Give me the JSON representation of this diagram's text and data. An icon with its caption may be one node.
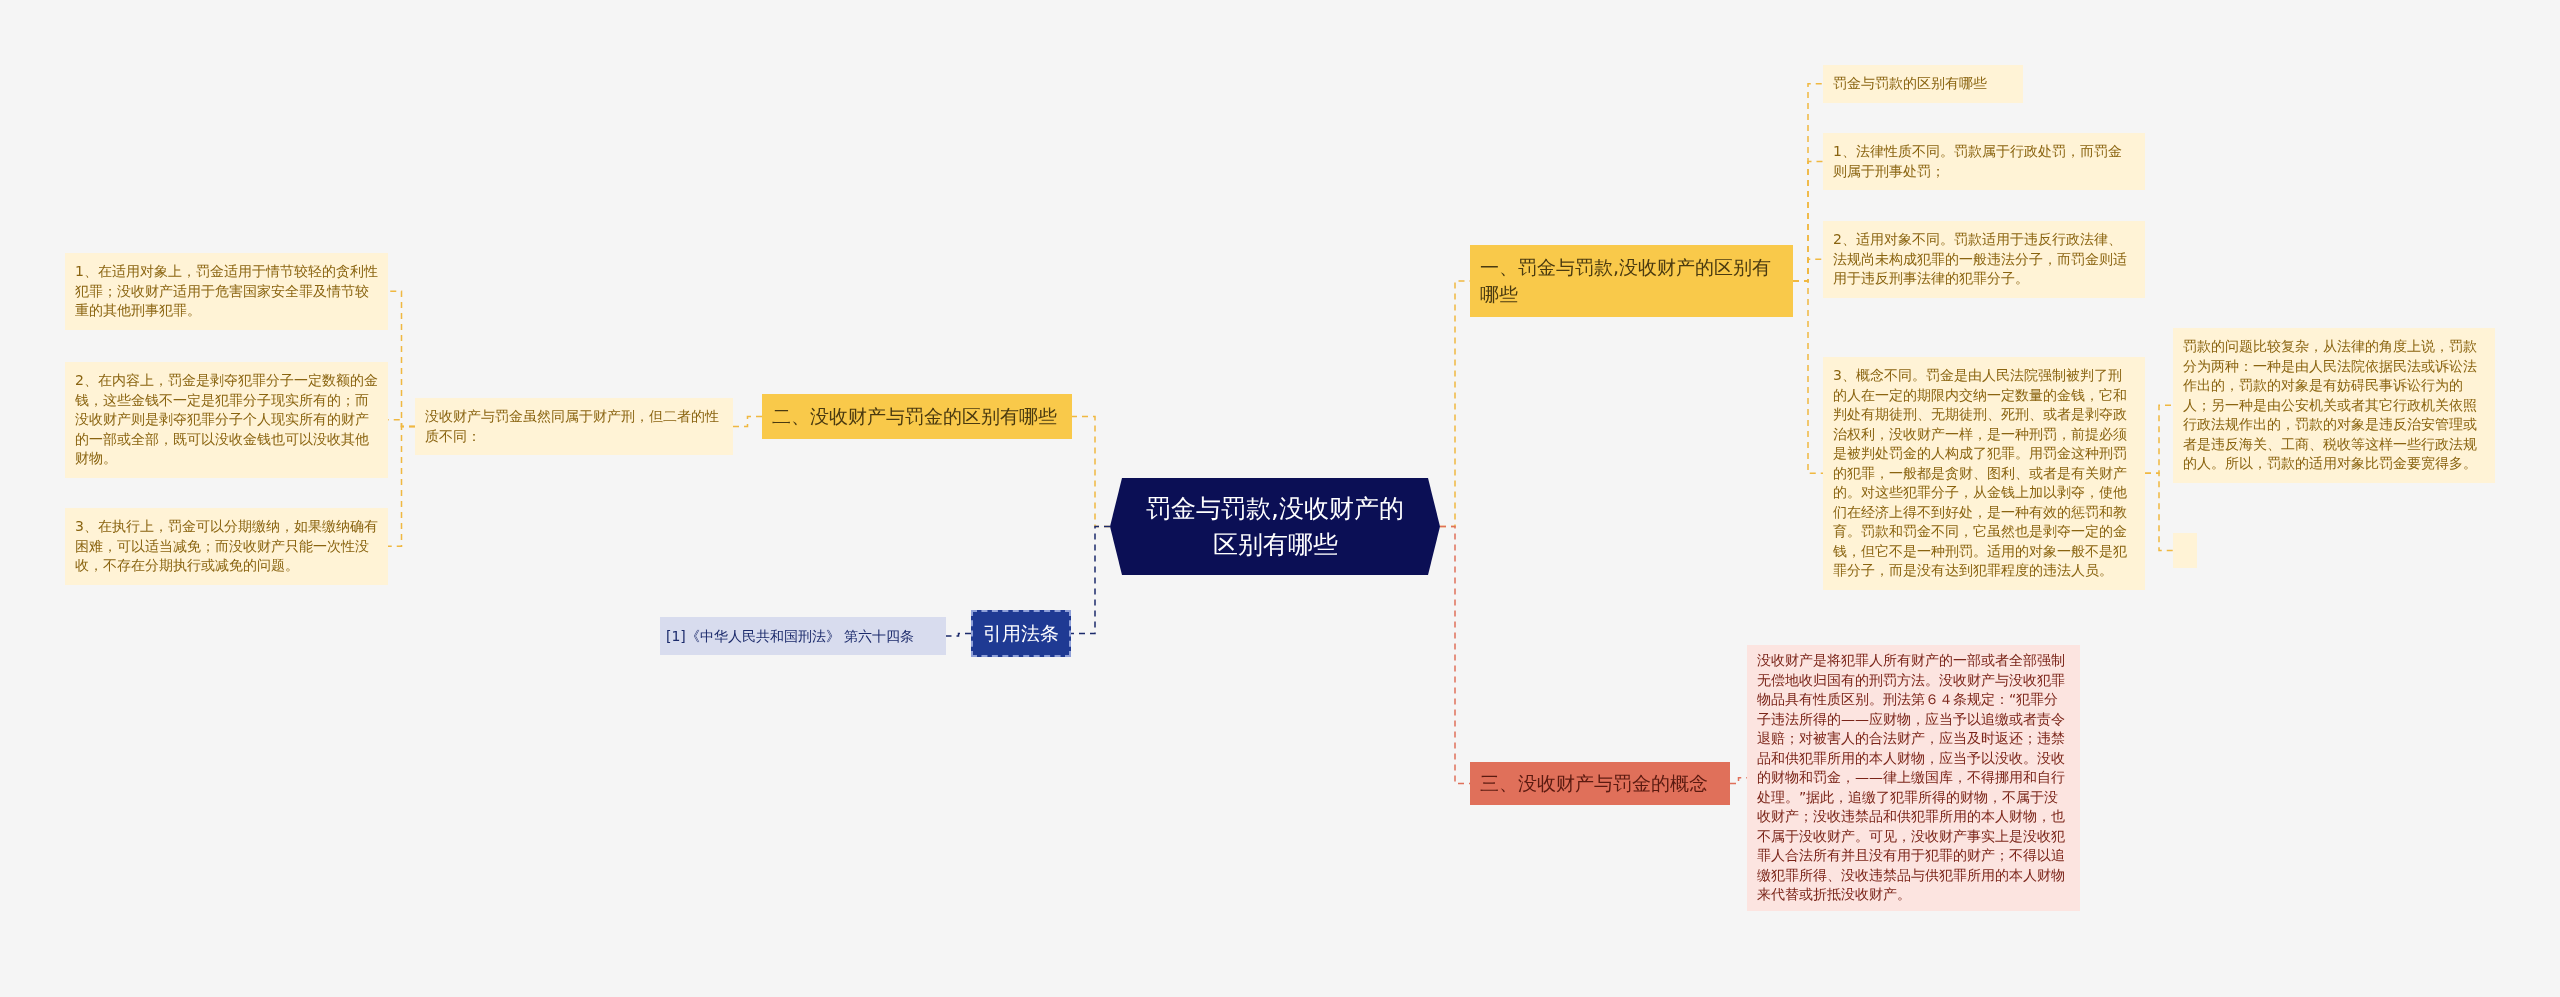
{
  "diagram": {
    "nodes": [
      {
        "text": [
          "罚金与罚款,没收财产的区别有哪些"
        ]
      },
      {
        "text": [
          "一、罚金与罚款,没收财产的区别有哪些"
        ]
      },
      {
        "text": [
          "罚金与罚款的区别有哪些"
        ]
      },
      {
        "text": [
          "1、法律性质不同。罚款属于行政处罚，而罚金则属于刑事处罚；"
        ]
      },
      {
        "text": [
          "2、适用对象不同。罚款适用于违反行政法律、法规尚未构成犯罪的一般违法分子，而罚金则适用于违反刑事法律的犯罪分子。"
        ]
      },
      {
        "text": [
          "3、概念不同。罚金是由人民法院强制被判了刑的人在一定的期限内交纳一定数量的金钱，它和判处有期徒刑、无期徒刑、死刑、或者是剥夺政治权利，没收财产一样，是一种刑罚，前提必须是被判处罚金的人构成了犯罪。用罚金这种刑罚的犯罪，一般都是贪财、图利、或者是有关财产的。对这些犯罪分子，从金钱上加以剥夺，使他们在经济上得不到好处，是一种有效的惩罚和教育。罚款和罚金不同，它虽然也是剥夺一定的金钱，但它不是一种刑罚。适用的对象一般不是犯罪分子，而是没有达到犯罪程度的违法人员。"
        ]
      },
      {
        "text": [
          "罚款的问题比较复杂，从法律的角度上说，罚款分为两种：一种是由人民法院依据民法或诉讼法作出的，罚款的对象是有妨碍民事诉讼行为的人；另一种是由公安机关或者其它行政机关依照行政法规作出的，罚款的对象是违反治安管理或者是违反海关、工商、税收等这样一些行政法规的人。所以，罚款的适用对象比罚金要宽得多。"
        ]
      },
      {
        "text": [],
        "shape": "box"
      },
      {
        "text": [
          "二、没收财产与罚金的区别有哪些"
        ]
      },
      {
        "text": [
          "没收财产与罚金虽然同属于财产刑，但二者的性质不同："
        ]
      },
      {
        "text": [
          "1、在适用对象上，罚金适用于情节较轻的贪利性犯罪；没收财产适用于危害国家安全罪及情节较重的其他刑事犯罪。"
        ]
      },
      {
        "text": [
          "2、在内容上，罚金是剥夺犯罪分子一定数额的金钱，这些金钱不一定是犯罪分子现实所有的；而没收财产则是剥夺犯罪分子个人现实所有的财产的一部或全部，既可以没收金钱也可以没收其他财物。"
        ]
      },
      {
        "text": [
          "3、在执行上，罚金可以分期缴纳，如果缴纳确有困难，可以适当减免；而没收财产只能一次性没收，不存在分期执行或减免的问题。"
        ]
      },
      {
        "text": [
          "引用法条"
        ]
      },
      {
        "text": [
          "[1]《中华人民共和国刑法》 第六十四条"
        ]
      },
      {
        "text": [
          "三、没收财产与罚金的概念"
        ]
      },
      {
        "text": [
          "没收财产是将犯罪人所有财产的一部或者全部强制无偿地收归国有的刑罚方法。没收财产与没收犯罪物品具有性质区别。刑法第６４条规定：“犯罪分子违法所得的——应财物，应当予以追缴或者责令退赔；对被害人的合法财产，应当及时返还；违禁品和供犯罪所用的本人财物，应当予以没收。没收的财物和罚金，——律上缴国库，不得挪用和自行处理。”据此，追缴了犯罪所得的财物，不属于没收财产；没收违禁品和供犯罪所用的本人财物，也不属于没收财产。可见，没收财产事实上是没收犯罪人合法所有并且没有用于犯罪的财产；不得以追缴犯罪所得、没收违禁品与供犯罪所用的本人财物来代替或折抵没收财产。"
        ]
      }
    ],
    "edges": [
      {
        "from": 0,
        "to": 1,
        "arrow": "none"
      },
      {
        "from": 1,
        "to": 2,
        "arrow": "none"
      },
      {
        "from": 1,
        "to": 3,
        "arrow": "none"
      },
      {
        "from": 1,
        "to": 4,
        "arrow": "none"
      },
      {
        "from": 1,
        "to": 5,
        "arrow": "none"
      },
      {
        "from": 5,
        "to": 6,
        "arrow": "none"
      },
      {
        "from": 5,
        "to": 7,
        "arrow": "none"
      },
      {
        "from": 0,
        "to": 8,
        "arrow": "none"
      },
      {
        "from": 8,
        "to": 9,
        "arrow": "none"
      },
      {
        "from": 9,
        "to": 10,
        "arrow": "none"
      },
      {
        "from": 9,
        "to": 11,
        "arrow": "none"
      },
      {
        "from": 9,
        "to": 12,
        "arrow": "none"
      },
      {
        "from": 0,
        "to": 13,
        "arrow": "none",
        "color": "#1b2a6b"
      },
      {
        "from": 13,
        "to": 14,
        "arrow": "none",
        "color": "#1b2a6b"
      },
      {
        "from": 0,
        "to": 15,
        "arrow": "none",
        "color": "#e0705a"
      },
      {
        "from": 15,
        "to": 16,
        "arrow": "none",
        "color": "#e0705a"
      }
    ]
  }
}
